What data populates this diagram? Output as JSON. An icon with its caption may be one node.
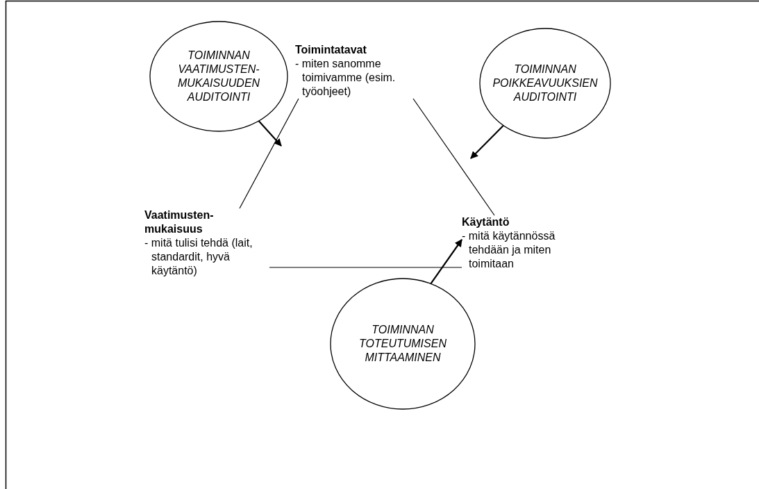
{
  "diagram": {
    "nodes": [
      {
        "text": [
          "Toimintatavat",
          "- miten sanomme toimivamme (esim. työohjeet)"
        ]
      },
      {
        "text": [
          "TOIMINNAN VAATIMUSTEN-MUKAISUUDEN AUDITOINTI"
        ]
      },
      {
        "text": [
          "TOIMINNAN POIKKEAVUUKSIEN AUDITOINTI"
        ]
      },
      {
        "text": [
          "Vaatimusten-mukaisuus",
          "- mitä tulisi tehdä (lait, standardit, hyvä käytäntö)"
        ]
      },
      {
        "text": [
          "Käytäntö",
          "- mitä käytännössä tehdään ja miten toimitaan"
        ]
      },
      {
        "text": [
          "TOIMINNAN TOTEUTUMISEN MITTAAMINEN"
        ]
      }
    ],
    "edges": [
      {
        "from": 0,
        "to": 3,
        "arrow": "none"
      },
      {
        "from": 0,
        "to": 4,
        "arrow": "none"
      },
      {
        "from": 3,
        "to": 4,
        "arrow": "none"
      },
      {
        "from": 1,
        "to": null,
        "arrow": "to"
      },
      {
        "from": 2,
        "to": null,
        "arrow": "to"
      },
      {
        "from": 5,
        "to": 4,
        "arrow": "to"
      }
    ]
  }
}
